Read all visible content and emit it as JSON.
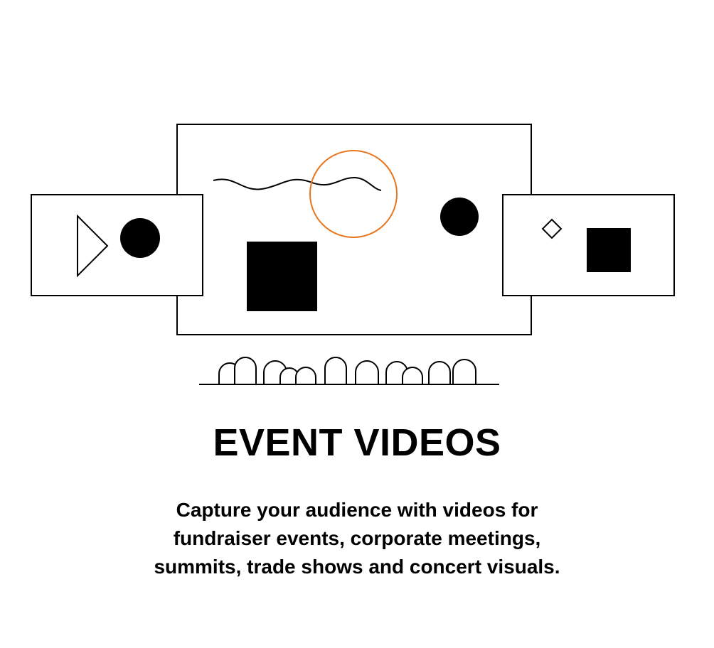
{
  "heading": {
    "title": "EVENT VIDEOS"
  },
  "description": {
    "lines": [
      "Capture your audience with videos for",
      "fundraiser events, corporate meetings,",
      "summits, trade shows and concert visuals."
    ]
  },
  "illustration": {
    "icons": [
      "play-triangle-icon",
      "circle-icon",
      "square-icon",
      "diamond-icon",
      "wave-icon",
      "ring-icon",
      "audience-icon"
    ],
    "stroke_color": "#000000",
    "accent_color": "#E8761E"
  }
}
